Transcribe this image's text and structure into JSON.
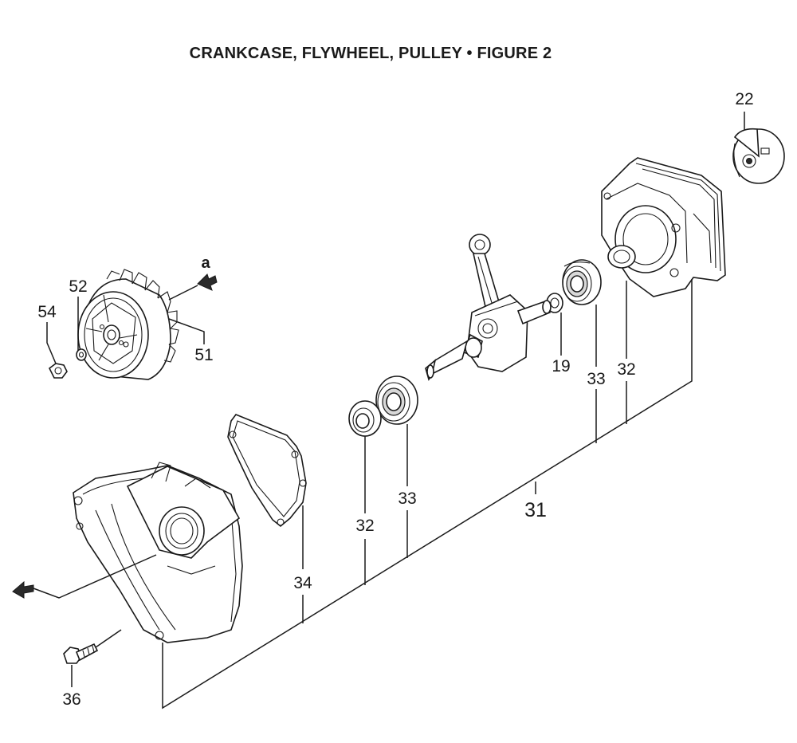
{
  "title": "CRANKCASE, FLYWHEEL, PULLEY • FIGURE 2",
  "callouts": {
    "c22": "22",
    "c52": "52",
    "c54": "54",
    "c51": "51",
    "ca": "a",
    "c19": "19",
    "c33a": "33",
    "c32a": "32",
    "c31": "31",
    "c33b": "33",
    "c32b": "32",
    "c34": "34",
    "c36": "36"
  }
}
